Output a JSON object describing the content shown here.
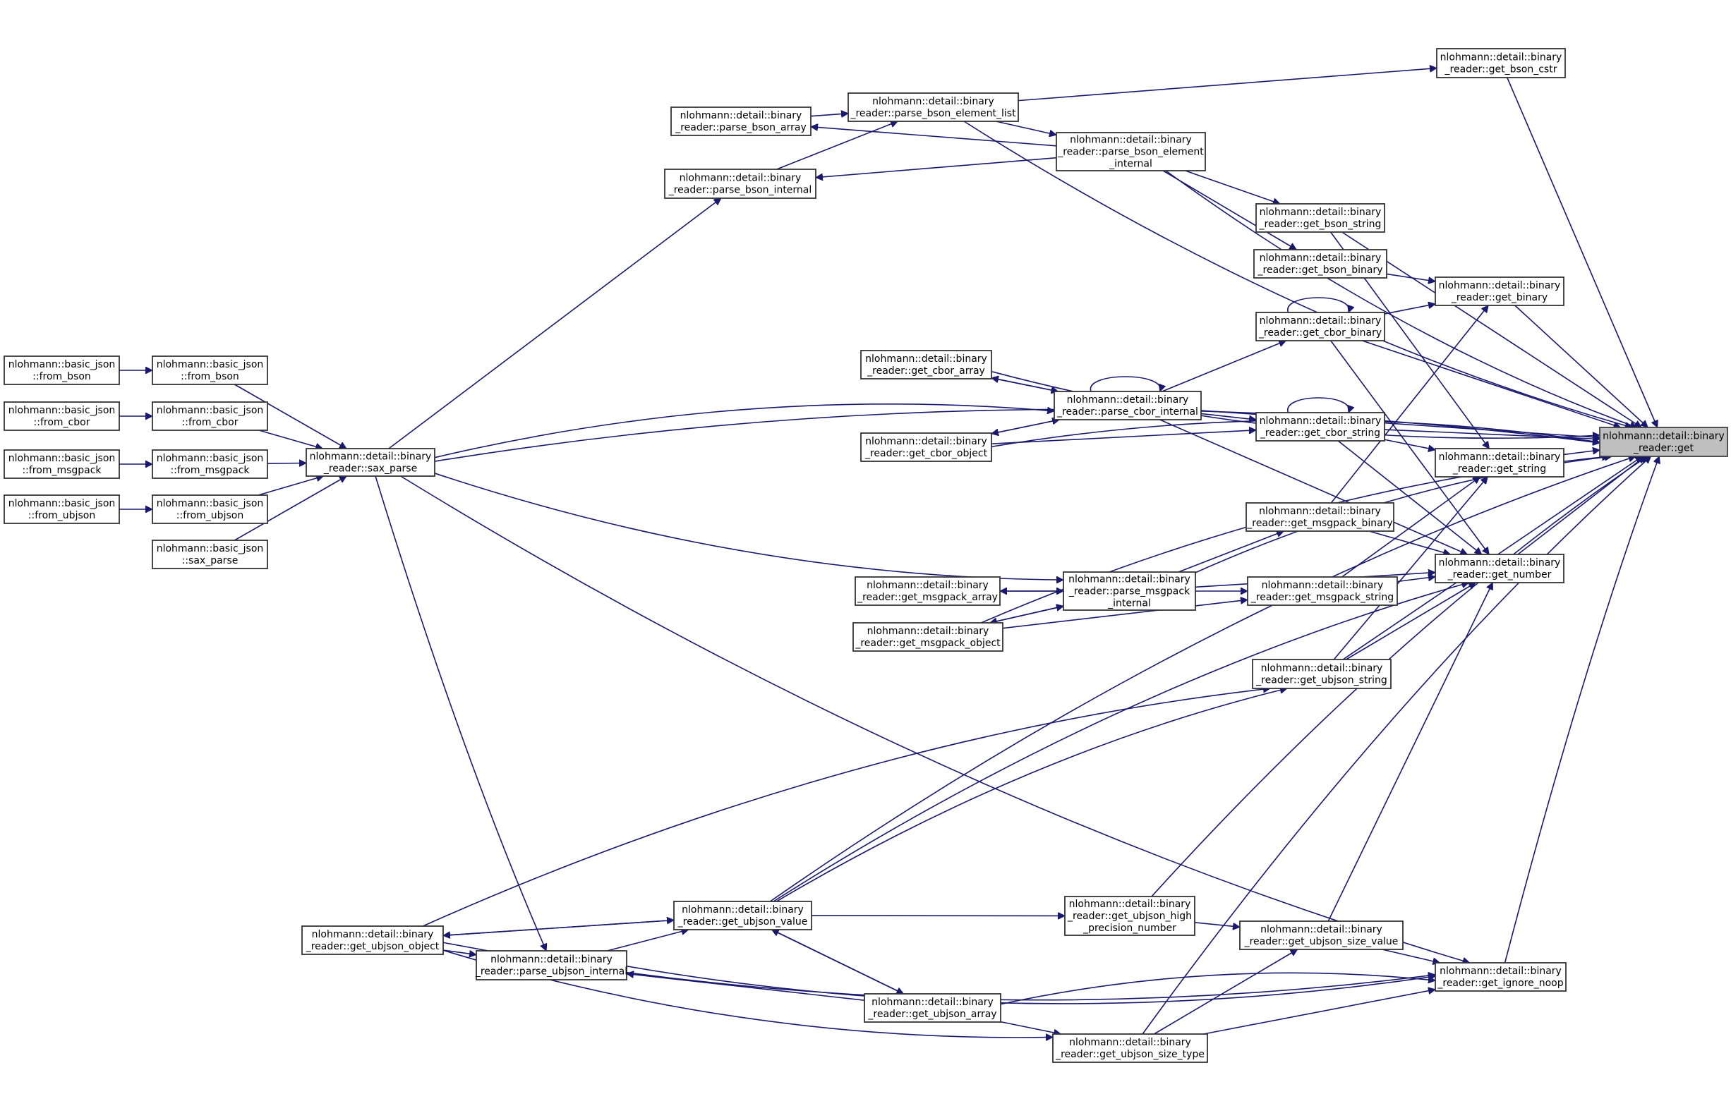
{
  "graph": {
    "type": "call-graph",
    "edge_color": "#191970",
    "focus_fill": "#bfbfbf",
    "focus_node": "get",
    "nodes": [
      {
        "id": "bj_from_bson_1",
        "lines": [
          "nlohmann::basic_json",
          "::from_bson"
        ]
      },
      {
        "id": "bj_from_cbor_1",
        "lines": [
          "nlohmann::basic_json",
          "::from_cbor"
        ]
      },
      {
        "id": "bj_from_msgpack_1",
        "lines": [
          "nlohmann::basic_json",
          "::from_msgpack"
        ]
      },
      {
        "id": "bj_from_ubjson_1",
        "lines": [
          "nlohmann::basic_json",
          "::from_ubjson"
        ]
      },
      {
        "id": "bj_from_bson_2",
        "lines": [
          "nlohmann::basic_json",
          "::from_bson"
        ]
      },
      {
        "id": "bj_from_cbor_2",
        "lines": [
          "nlohmann::basic_json",
          "::from_cbor"
        ]
      },
      {
        "id": "bj_from_msgpack_2",
        "lines": [
          "nlohmann::basic_json",
          "::from_msgpack"
        ]
      },
      {
        "id": "bj_from_ubjson_2",
        "lines": [
          "nlohmann::basic_json",
          "::from_ubjson"
        ]
      },
      {
        "id": "bj_sax_parse",
        "lines": [
          "nlohmann::basic_json",
          "::sax_parse"
        ]
      },
      {
        "id": "sax_parse",
        "lines": [
          "nlohmann::detail::binary",
          "_reader::sax_parse"
        ]
      },
      {
        "id": "parse_bson_array",
        "lines": [
          "nlohmann::detail::binary",
          "_reader::parse_bson_array"
        ]
      },
      {
        "id": "parse_bson_internal",
        "lines": [
          "nlohmann::detail::binary",
          "_reader::parse_bson_internal"
        ]
      },
      {
        "id": "parse_bson_element_list",
        "lines": [
          "nlohmann::detail::binary",
          "_reader::parse_bson_element_list"
        ]
      },
      {
        "id": "parse_bson_element_internal",
        "lines": [
          "nlohmann::detail::binary",
          "_reader::parse_bson_element",
          "_internal"
        ]
      },
      {
        "id": "get_bson_cstr",
        "lines": [
          "nlohmann::detail::binary",
          "_reader::get_bson_cstr"
        ]
      },
      {
        "id": "get_bson_string",
        "lines": [
          "nlohmann::detail::binary",
          "_reader::get_bson_string"
        ]
      },
      {
        "id": "get_bson_binary",
        "lines": [
          "nlohmann::detail::binary",
          "_reader::get_bson_binary"
        ]
      },
      {
        "id": "get_binary",
        "lines": [
          "nlohmann::detail::binary",
          "_reader::get_binary"
        ]
      },
      {
        "id": "get_cbor_binary",
        "lines": [
          "nlohmann::detail::binary",
          "_reader::get_cbor_binary"
        ]
      },
      {
        "id": "get_cbor_array",
        "lines": [
          "nlohmann::detail::binary",
          "_reader::get_cbor_array"
        ]
      },
      {
        "id": "parse_cbor_internal",
        "lines": [
          "nlohmann::detail::binary",
          "_reader::parse_cbor_internal"
        ]
      },
      {
        "id": "get_cbor_object",
        "lines": [
          "nlohmann::detail::binary",
          "_reader::get_cbor_object"
        ]
      },
      {
        "id": "get_cbor_string",
        "lines": [
          "nlohmann::detail::binary",
          "_reader::get_cbor_string"
        ]
      },
      {
        "id": "get_string",
        "lines": [
          "nlohmann::detail::binary",
          "_reader::get_string"
        ]
      },
      {
        "id": "get",
        "lines": [
          "nlohmann::detail::binary",
          "_reader::get"
        ]
      },
      {
        "id": "get_msgpack_binary",
        "lines": [
          "nlohmann::detail::binary",
          "_reader::get_msgpack_binary"
        ]
      },
      {
        "id": "get_number",
        "lines": [
          "nlohmann::detail::binary",
          "_reader::get_number"
        ]
      },
      {
        "id": "get_msgpack_array",
        "lines": [
          "nlohmann::detail::binary",
          "_reader::get_msgpack_array"
        ]
      },
      {
        "id": "parse_msgpack_internal",
        "lines": [
          "nlohmann::detail::binary",
          "_reader::parse_msgpack",
          "_internal"
        ]
      },
      {
        "id": "get_msgpack_string",
        "lines": [
          "nlohmann::detail::binary",
          "_reader::get_msgpack_string"
        ]
      },
      {
        "id": "get_msgpack_object",
        "lines": [
          "nlohmann::detail::binary",
          "_reader::get_msgpack_object"
        ]
      },
      {
        "id": "get_ubjson_string",
        "lines": [
          "nlohmann::detail::binary",
          "_reader::get_ubjson_string"
        ]
      },
      {
        "id": "get_ubjson_value",
        "lines": [
          "nlohmann::detail::binary",
          "_reader::get_ubjson_value"
        ]
      },
      {
        "id": "get_ubjson_high_precision_number",
        "lines": [
          "nlohmann::detail::binary",
          "_reader::get_ubjson_high",
          "_precision_number"
        ]
      },
      {
        "id": "get_ubjson_object",
        "lines": [
          "nlohmann::detail::binary",
          "_reader::get_ubjson_object"
        ]
      },
      {
        "id": "get_ubjson_size_value",
        "lines": [
          "nlohmann::detail::binary",
          "_reader::get_ubjson_size_value"
        ]
      },
      {
        "id": "parse_ubjson_internal",
        "lines": [
          "nlohmann::detail::binary",
          "_reader::parse_ubjson_internal"
        ]
      },
      {
        "id": "get_ignore_noop",
        "lines": [
          "nlohmann::detail::binary",
          "_reader::get_ignore_noop"
        ]
      },
      {
        "id": "get_ubjson_array",
        "lines": [
          "nlohmann::detail::binary",
          "_reader::get_ubjson_array"
        ]
      },
      {
        "id": "get_ubjson_size_type",
        "lines": [
          "nlohmann::detail::binary",
          "_reader::get_ubjson_size_type"
        ]
      }
    ],
    "edges": [
      [
        "bj_from_bson_1",
        "bj_from_bson_2"
      ],
      [
        "bj_from_cbor_1",
        "bj_from_cbor_2"
      ],
      [
        "bj_from_msgpack_1",
        "bj_from_msgpack_2"
      ],
      [
        "bj_from_ubjson_1",
        "bj_from_ubjson_2"
      ],
      [
        "bj_from_bson_2",
        "sax_parse"
      ],
      [
        "bj_from_cbor_2",
        "sax_parse"
      ],
      [
        "bj_from_msgpack_2",
        "sax_parse"
      ],
      [
        "bj_from_ubjson_2",
        "sax_parse"
      ],
      [
        "bj_sax_parse",
        "sax_parse"
      ],
      [
        "sax_parse",
        "get"
      ],
      [
        "sax_parse",
        "parse_bson_internal"
      ],
      [
        "sax_parse",
        "parse_cbor_internal"
      ],
      [
        "sax_parse",
        "parse_msgpack_internal"
      ],
      [
        "sax_parse",
        "parse_ubjson_internal"
      ],
      [
        "sax_parse",
        "get_ignore_noop"
      ],
      [
        "parse_bson_internal",
        "parse_bson_element_list"
      ],
      [
        "parse_bson_array",
        "parse_bson_element_list"
      ],
      [
        "parse_bson_element_list",
        "get_bson_cstr"
      ],
      [
        "parse_bson_element_list",
        "get"
      ],
      [
        "parse_bson_element_list",
        "parse_bson_element_internal"
      ],
      [
        "parse_bson_element_internal",
        "parse_bson_array"
      ],
      [
        "parse_bson_element_internal",
        "parse_bson_internal"
      ],
      [
        "parse_bson_element_internal",
        "get"
      ],
      [
        "parse_bson_element_internal",
        "get_bson_string"
      ],
      [
        "parse_bson_element_internal",
        "get_bson_binary"
      ],
      [
        "get_bson_cstr",
        "get"
      ],
      [
        "get_bson_string",
        "get"
      ],
      [
        "get_bson_string",
        "get_string"
      ],
      [
        "get_bson_binary",
        "get_binary"
      ],
      [
        "get_binary",
        "get"
      ],
      [
        "get_cbor_binary",
        "get_binary"
      ],
      [
        "get_cbor_binary",
        "get_cbor_binary"
      ],
      [
        "get_cbor_binary",
        "get"
      ],
      [
        "get_cbor_binary",
        "get_number"
      ],
      [
        "get_cbor_array",
        "get"
      ],
      [
        "get_cbor_array",
        "parse_cbor_internal"
      ],
      [
        "parse_cbor_internal",
        "get_cbor_array"
      ],
      [
        "parse_cbor_internal",
        "parse_cbor_internal"
      ],
      [
        "parse_cbor_internal",
        "get_cbor_object"
      ],
      [
        "parse_cbor_internal",
        "get_cbor_binary"
      ],
      [
        "parse_cbor_internal",
        "get_cbor_string"
      ],
      [
        "parse_cbor_internal",
        "get"
      ],
      [
        "parse_cbor_internal",
        "get_number"
      ],
      [
        "get_cbor_object",
        "parse_cbor_internal"
      ],
      [
        "get_cbor_object",
        "get_cbor_string"
      ],
      [
        "get_cbor_object",
        "get"
      ],
      [
        "get_cbor_string",
        "get_cbor_string"
      ],
      [
        "get_cbor_string",
        "get"
      ],
      [
        "get_cbor_string",
        "get_string"
      ],
      [
        "get_cbor_string",
        "get_number"
      ],
      [
        "get_string",
        "get"
      ],
      [
        "get_number",
        "get"
      ],
      [
        "get_msgpack_binary",
        "get_binary"
      ],
      [
        "get_msgpack_binary",
        "get_number"
      ],
      [
        "parse_msgpack_internal",
        "get_msgpack_array"
      ],
      [
        "parse_msgpack_internal",
        "get_msgpack_object"
      ],
      [
        "parse_msgpack_internal",
        "get_msgpack_binary"
      ],
      [
        "parse_msgpack_internal",
        "get_msgpack_string"
      ],
      [
        "parse_msgpack_internal",
        "get_number"
      ],
      [
        "parse_msgpack_internal",
        "get"
      ],
      [
        "get_msgpack_array",
        "parse_msgpack_internal"
      ],
      [
        "get_msgpack_object",
        "parse_msgpack_internal"
      ],
      [
        "get_msgpack_object",
        "get_msgpack_string"
      ],
      [
        "get_msgpack_object",
        "get"
      ],
      [
        "get_msgpack_string",
        "get_string"
      ],
      [
        "get_msgpack_string",
        "get_number"
      ],
      [
        "get_ubjson_string",
        "get"
      ],
      [
        "get_ubjson_string",
        "get_string"
      ],
      [
        "get_ubjson_string",
        "get_number"
      ],
      [
        "get_ubjson_value",
        "get_ubjson_object"
      ],
      [
        "get_ubjson_value",
        "get_ubjson_array"
      ],
      [
        "get_ubjson_value",
        "get_ubjson_string"
      ],
      [
        "get_ubjson_value",
        "get_ubjson_high_precision_number"
      ],
      [
        "get_ubjson_value",
        "get_number"
      ],
      [
        "get_ubjson_value",
        "get"
      ],
      [
        "get_ubjson_object",
        "get_ubjson_value"
      ],
      [
        "get_ubjson_object",
        "parse_ubjson_internal"
      ],
      [
        "get_ubjson_object",
        "get_ubjson_string"
      ],
      [
        "get_ubjson_object",
        "get_ubjson_size_type"
      ],
      [
        "get_ubjson_object",
        "get_ignore_noop"
      ],
      [
        "parse_ubjson_internal",
        "get_ubjson_value"
      ],
      [
        "parse_ubjson_internal",
        "get_ignore_noop"
      ],
      [
        "get_ubjson_array",
        "get_ubjson_value"
      ],
      [
        "get_ubjson_array",
        "parse_ubjson_internal"
      ],
      [
        "get_ubjson_array",
        "get_ignore_noop"
      ],
      [
        "get_ubjson_array",
        "get_ubjson_size_type"
      ],
      [
        "get_ubjson_high_precision_number",
        "get_ubjson_size_value"
      ],
      [
        "get_ubjson_high_precision_number",
        "get"
      ],
      [
        "get_ubjson_size_value",
        "get_number"
      ],
      [
        "get_ubjson_size_value",
        "get_ignore_noop"
      ],
      [
        "get_ubjson_size_type",
        "get_ubjson_size_value"
      ],
      [
        "get_ubjson_size_type",
        "get_ignore_noop"
      ],
      [
        "get_ubjson_size_type",
        "get"
      ],
      [
        "get_ignore_noop",
        "get"
      ]
    ]
  }
}
